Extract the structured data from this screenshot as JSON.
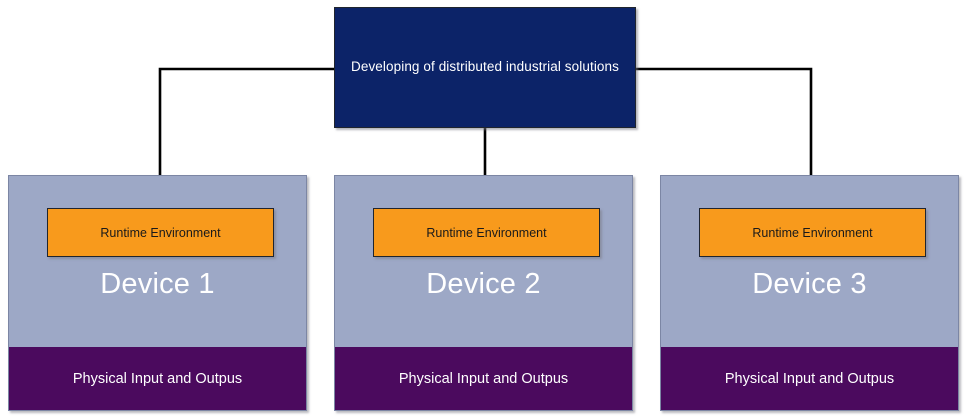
{
  "diagram": {
    "title": "Developing of distributed industrial solutions",
    "root": {
      "label": "Developing of distributed industrial solutions",
      "fill": "#0c2368",
      "text_color": "#ffffff"
    },
    "devices": [
      {
        "title": "Device 1",
        "runtime_label": "Runtime Environment",
        "io_label": "Physical Input and Outpus"
      },
      {
        "title": "Device 2",
        "runtime_label": "Runtime Environment",
        "io_label": "Physical Input and Outpus"
      },
      {
        "title": "Device 3",
        "runtime_label": "Runtime Environment",
        "io_label": "Physical Input and Outpus"
      }
    ],
    "colors": {
      "root_fill": "#0c2368",
      "device_fill": "#9da8c6",
      "runtime_fill": "#f89a1c",
      "io_fill": "#4b0a5e",
      "connector": "#000000",
      "background": "#ffffff"
    },
    "connectors": {
      "root_to_device_1": "elbow-left-down-arrow",
      "root_to_device_2": "straight-down-arrow",
      "root_to_device_3": "elbow-right-down-arrow",
      "runtime_to_io": "bidirectional-vertical-arrow"
    }
  }
}
